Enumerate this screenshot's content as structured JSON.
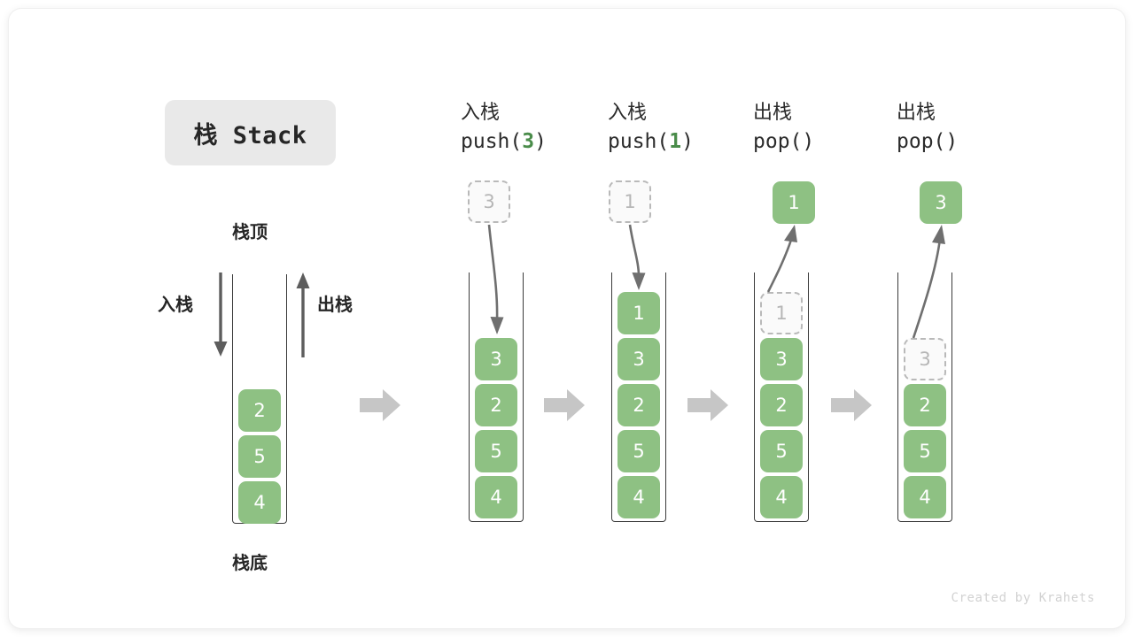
{
  "title": {
    "text": "栈 Stack"
  },
  "labels": {
    "top": "栈顶",
    "bottom": "栈底",
    "push_side": "入栈",
    "pop_side": "出栈"
  },
  "watermark": "Created by Krahets",
  "colors": {
    "element_green": "#8ec183",
    "accent_green": "#4a8c4a",
    "ghost_border": "#b9b9b9",
    "ghost_text": "#b6b6b6",
    "chip_bg": "#e9e9e9",
    "arrow_gray": "#6f6f6f",
    "block_arrow_gray": "#c6c6c6",
    "container_stroke": "#3b3b3b",
    "text_dark": "#262626",
    "watermark_gray": "#d2d2d2"
  },
  "initial_stack": {
    "name": "initial",
    "cells": [
      {
        "value": "2",
        "state": "solid"
      },
      {
        "value": "5",
        "state": "solid"
      },
      {
        "value": "4",
        "state": "solid"
      }
    ]
  },
  "steps": [
    {
      "id": "push-3",
      "op_cn": "入栈",
      "op_code_prefix": "push(",
      "op_code_arg": "3",
      "op_code_suffix": ")",
      "floating": {
        "value": "3",
        "state": "ghost",
        "direction": "in"
      },
      "cells": [
        {
          "value": "3",
          "state": "solid"
        },
        {
          "value": "2",
          "state": "solid"
        },
        {
          "value": "5",
          "state": "solid"
        },
        {
          "value": "4",
          "state": "solid"
        }
      ]
    },
    {
      "id": "push-1",
      "op_cn": "入栈",
      "op_code_prefix": "push(",
      "op_code_arg": "1",
      "op_code_suffix": ")",
      "floating": {
        "value": "1",
        "state": "ghost",
        "direction": "in"
      },
      "cells": [
        {
          "value": "1",
          "state": "solid"
        },
        {
          "value": "3",
          "state": "solid"
        },
        {
          "value": "2",
          "state": "solid"
        },
        {
          "value": "5",
          "state": "solid"
        },
        {
          "value": "4",
          "state": "solid"
        }
      ]
    },
    {
      "id": "pop-1",
      "op_cn": "出栈",
      "op_code_prefix": "pop(",
      "op_code_arg": "",
      "op_code_suffix": ")",
      "floating": {
        "value": "1",
        "state": "solid",
        "direction": "out"
      },
      "cells": [
        {
          "value": "1",
          "state": "ghost"
        },
        {
          "value": "3",
          "state": "solid"
        },
        {
          "value": "2",
          "state": "solid"
        },
        {
          "value": "5",
          "state": "solid"
        },
        {
          "value": "4",
          "state": "solid"
        }
      ]
    },
    {
      "id": "pop-3",
      "op_cn": "出栈",
      "op_code_prefix": "pop(",
      "op_code_arg": "",
      "op_code_suffix": ")",
      "floating": {
        "value": "3",
        "state": "solid",
        "direction": "out"
      },
      "cells": [
        {
          "value": "3",
          "state": "ghost"
        },
        {
          "value": "2",
          "state": "solid"
        },
        {
          "value": "5",
          "state": "solid"
        },
        {
          "value": "4",
          "state": "solid"
        }
      ]
    }
  ]
}
